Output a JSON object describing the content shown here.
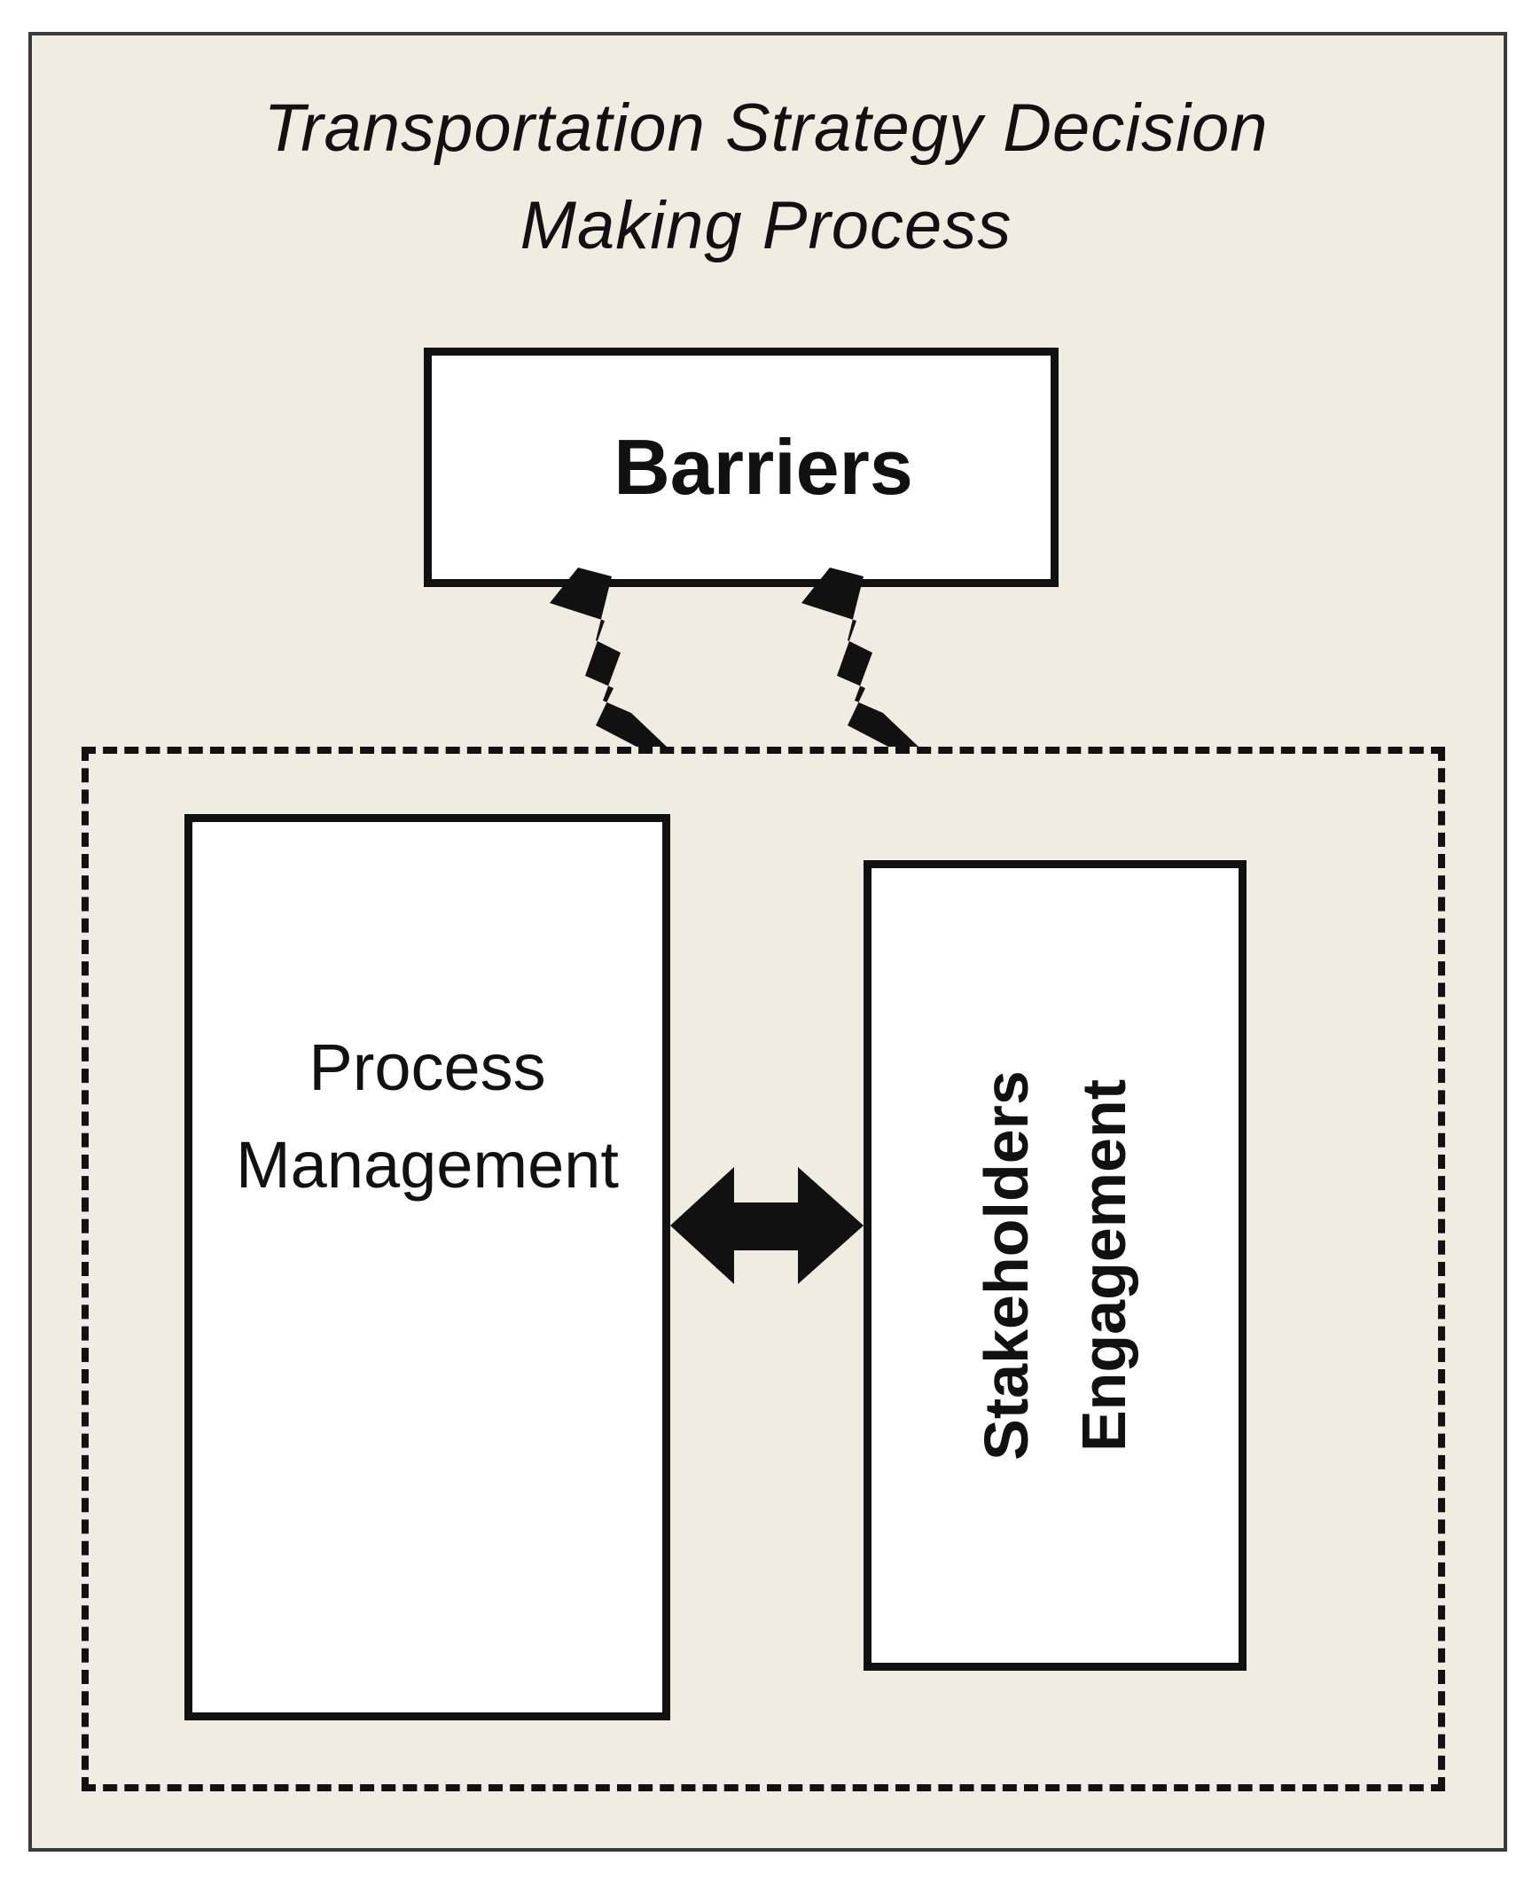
{
  "diagram": {
    "title_line1": "Transportation Strategy Decision",
    "title_line2": "Making Process",
    "nodes": {
      "barriers": "Barriers",
      "process_management_line1": "Process",
      "process_management_line2": "Management",
      "stakeholders_engagement_line1": "Stakeholders",
      "stakeholders_engagement_line2": "Engagement"
    },
    "edges": [
      {
        "from": "barriers",
        "to": "process-group",
        "style": "lightning"
      },
      {
        "from": "barriers",
        "to": "process-group",
        "style": "lightning"
      },
      {
        "from": "process_management",
        "to": "stakeholders_engagement",
        "style": "double-arrow"
      }
    ]
  },
  "colors": {
    "background": "#efece2",
    "box_fill": "#ffffff",
    "stroke": "#111111"
  }
}
